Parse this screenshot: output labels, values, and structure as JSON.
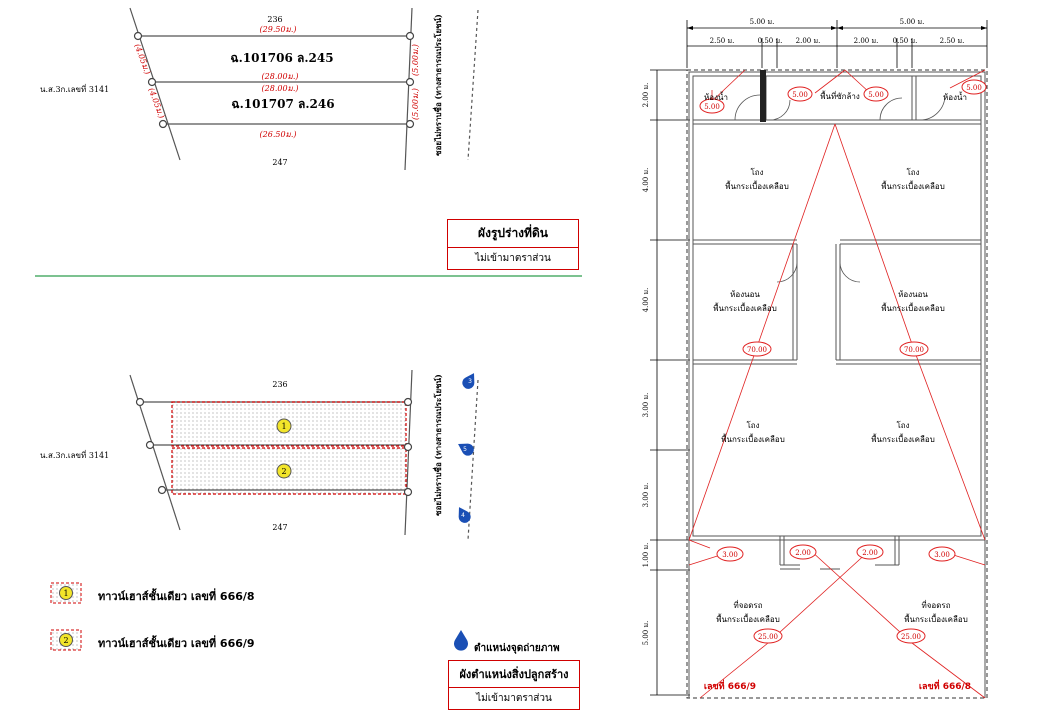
{
  "site_plan_top": {
    "road_top": "236",
    "road_bottom": "247",
    "left_parcel": "น.ส.3ก.เลขที่ 3141",
    "road_right": "ซอยไม่ทราบชื่อ (ทางสาธารณประโยชน์)",
    "parcel_a": "ฉ.101706 ล.245",
    "parcel_b": "ฉ.101707 ล.246",
    "dim_top": "(29.50ม.)",
    "dim_mid1": "(28.00ม.)",
    "dim_mid2": "(28.00ม.)",
    "dim_bottom": "(26.50ม.)",
    "dim_left1": "(4.05ม.)",
    "dim_left2": "(4.05ม.)",
    "dim_right1": "(5.00ม.)",
    "dim_right2": "(5.00ม.)"
  },
  "land_shape_box": {
    "title": "ผังรูปร่างที่ดิน",
    "subtitle": "ไม่เข้ามาตราส่วน"
  },
  "site_plan_bottom": {
    "road_top": "236",
    "road_bottom": "247",
    "left_parcel": "น.ส.3ก.เลขที่ 3141",
    "road_right": "ซอยไม่ทราบชื่อ (ทางสาธารณประโยชน์)",
    "unit_1": "1",
    "unit_2": "2",
    "photo_points": [
      "3",
      "5",
      "4"
    ]
  },
  "legend": {
    "item1_num": "1",
    "item1_label": "ทาวน์เฮาส์ชั้นเดียว เลขที่ 666/8",
    "item2_num": "2",
    "item2_label": "ทาวน์เฮาส์ชั้นเดียว เลขที่ 666/9",
    "photo_label": "ตำแหน่งจุดถ่ายภาพ"
  },
  "building_box": {
    "title": "ผังตำแหน่งสิ่งปลูกสร้าง",
    "subtitle": "ไม่เข้ามาตราส่วน"
  },
  "floor_plan": {
    "dim_top_left": "5.00 ม.",
    "dim_top_right": "5.00 ม.",
    "dims_row2": [
      "2.50 ม.",
      "0.50 ม.",
      "2.00 ม.",
      "2.00 ม.",
      "0.50 ม.",
      "2.50 ม."
    ],
    "dims_left": [
      "2.00 ม.",
      "4.00 ม.",
      "4.00 ม.",
      "3.00 ม.",
      "3.00 ม.",
      "1.00 ม.",
      "5.00 ม."
    ],
    "bath_left": "ห้องน้ำ",
    "bath_right": "ห้องน้ำ",
    "wash_area": "พื้นที่ซักล้าง",
    "hall_tl": "โถง",
    "hall_tr": "โถง",
    "tile": "พื้นกระเบื้องเคลือบ",
    "bed_left": "ห้องนอน",
    "bed_right": "ห้องนอน",
    "hall_ml": "โถง",
    "hall_mr": "โถง",
    "park_left": "ที่จอดรถ",
    "park_right": "ที่จอดรถ",
    "photo_tags": [
      "5.00",
      "5.00",
      "5.00",
      "5.00",
      "70.00",
      "70.00",
      "3.00",
      "2.00",
      "2.00",
      "3.00",
      "25.00",
      "25.00"
    ],
    "house_left": "เลขที่ 666/9",
    "house_right": "เลขที่ 666/8"
  },
  "colors": {
    "accent": "#d00000",
    "divider": "#2e9e4e",
    "marker": "#1a4fb5",
    "dot": "#f2e52a"
  }
}
